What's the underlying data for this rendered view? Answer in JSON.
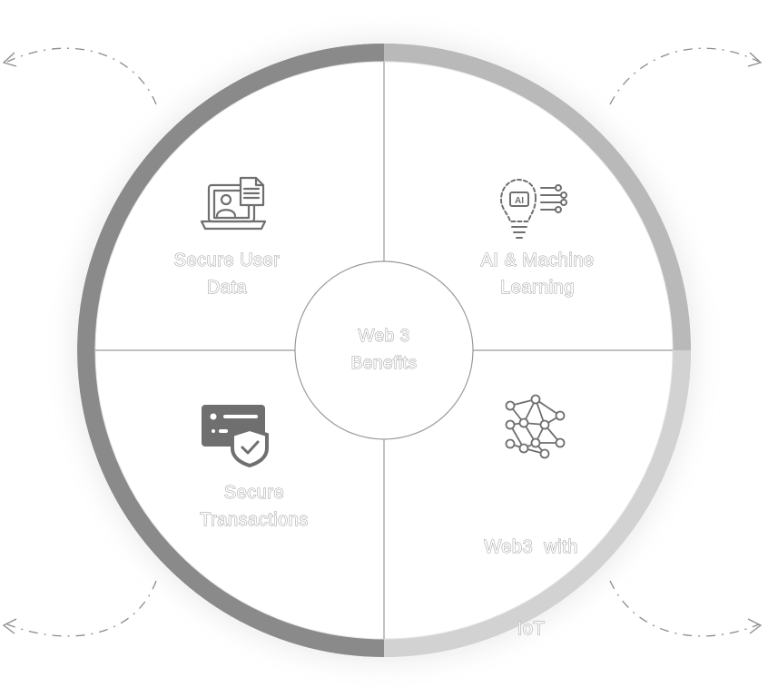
{
  "center": {
    "line1": "Web 3",
    "line2": "Benefits"
  },
  "quadrants": [
    {
      "id": "secure-user-data",
      "line1": "Secure User",
      "line2": "Data",
      "icon": "laptop-user-document-icon"
    },
    {
      "id": "ai-machine-learning",
      "line1": "AI & Machine",
      "line2": "Learning",
      "icon": "ai-lightbulb-circuit-icon"
    },
    {
      "id": "secure-transactions",
      "line1": "Secure",
      "line2": "Transactions",
      "icon": "card-shield-check-icon"
    },
    {
      "id": "web3-iot",
      "line1": "Web3  with",
      "line2": "IoT",
      "icon": "network-nodes-icon"
    }
  ],
  "icons": {
    "ai_badge": "AI"
  },
  "colors": {
    "ring_dark": "#8a8a8a",
    "ring_light": "#c4c4c4",
    "divider": "#9a9a9a",
    "icon_stroke": "#6f6f6f",
    "dashed": "#8c8c8c"
  }
}
